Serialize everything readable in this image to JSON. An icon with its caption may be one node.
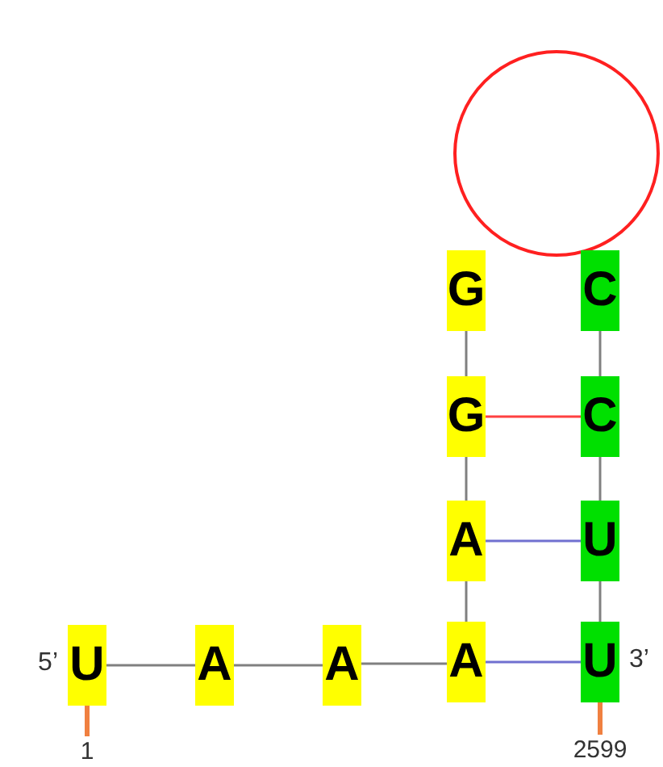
{
  "diagram": {
    "nodes": [
      {
        "text": [
          "U"
        ],
        "beside": [
          "5’"
        ]
      },
      {
        "text": [
          "A"
        ]
      },
      {
        "text": [
          "A"
        ]
      },
      {
        "text": [
          "A"
        ]
      },
      {
        "text": [
          "A"
        ]
      },
      {
        "text": [
          "G"
        ]
      },
      {
        "text": [
          "G"
        ]
      },
      {
        "text": [],
        "shape": "circle"
      },
      {
        "text": [
          "C"
        ]
      },
      {
        "text": [
          "C"
        ]
      },
      {
        "text": [
          "U"
        ]
      },
      {
        "text": [
          "U"
        ],
        "beside": [
          "3’"
        ]
      },
      {
        "text": [
          "1"
        ]
      },
      {
        "text": [
          "2599"
        ]
      }
    ],
    "edges": [
      {
        "from": 0,
        "to": 1,
        "arrow": "none"
      },
      {
        "from": 1,
        "to": 2,
        "arrow": "none"
      },
      {
        "from": 2,
        "to": 3,
        "arrow": "none"
      },
      {
        "from": 3,
        "to": 4,
        "arrow": "none"
      },
      {
        "from": 4,
        "to": 5,
        "arrow": "none"
      },
      {
        "from": 5,
        "to": 6,
        "arrow": "none"
      },
      {
        "from": 8,
        "to": 9,
        "arrow": "none"
      },
      {
        "from": 9,
        "to": 10,
        "arrow": "none"
      },
      {
        "from": 10,
        "to": 11,
        "arrow": "none"
      },
      {
        "from": 5,
        "to": 9,
        "arrow": "none",
        "color": "#ff4040"
      },
      {
        "from": 4,
        "to": 10,
        "arrow": "none",
        "color": "#7070d0"
      },
      {
        "from": 3,
        "to": 11,
        "arrow": "none",
        "color": "#7070d0"
      },
      {
        "from": 0,
        "to": 12,
        "arrow": "none",
        "color": "#f08040",
        "style": "thick"
      },
      {
        "from": 11,
        "to": 13,
        "arrow": "none",
        "color": "#f08040",
        "style": "thick"
      }
    ]
  }
}
